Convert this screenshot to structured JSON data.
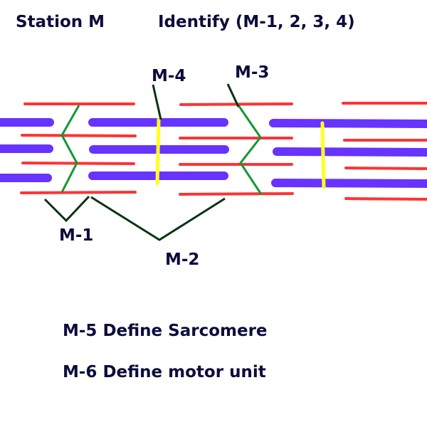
{
  "header": {
    "station": "Station M",
    "instruction": "Identify (M-1, 2, 3, 4)"
  },
  "labels": {
    "m1": "M-1",
    "m2": "M-2",
    "m3": "M-3",
    "m4": "M-4"
  },
  "questions": {
    "m5": "M-5 Define Sarcomere",
    "m6": "M-6 Define motor unit"
  },
  "colors": {
    "actin": "#ff3333",
    "myosin": "#6633ff",
    "z_line": "#119933",
    "m_line": "#ffff22",
    "pointer": "#0a3310",
    "text": "#0c0c3c"
  }
}
